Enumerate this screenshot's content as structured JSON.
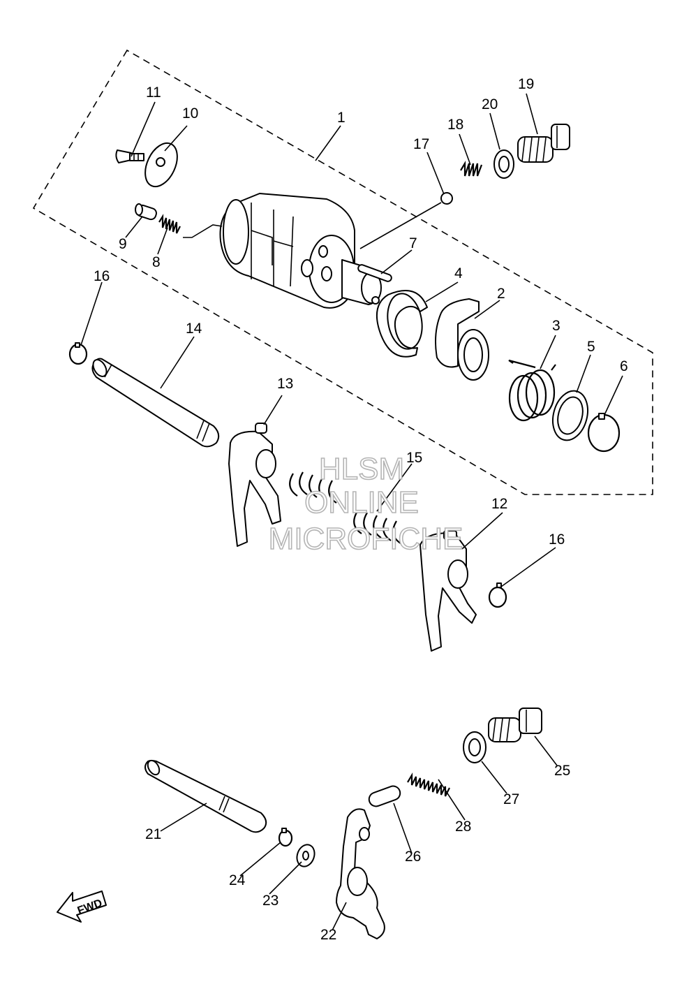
{
  "callouts": [
    {
      "id": "1",
      "label": "1"
    },
    {
      "id": "2",
      "label": "2"
    },
    {
      "id": "3",
      "label": "3"
    },
    {
      "id": "4",
      "label": "4"
    },
    {
      "id": "5",
      "label": "5"
    },
    {
      "id": "6",
      "label": "6"
    },
    {
      "id": "7",
      "label": "7"
    },
    {
      "id": "8",
      "label": "8"
    },
    {
      "id": "9",
      "label": "9"
    },
    {
      "id": "10",
      "label": "10"
    },
    {
      "id": "11",
      "label": "11"
    },
    {
      "id": "12",
      "label": "12"
    },
    {
      "id": "13",
      "label": "13"
    },
    {
      "id": "14",
      "label": "14"
    },
    {
      "id": "15",
      "label": "15"
    },
    {
      "id": "16",
      "label": "16"
    },
    {
      "id": "16b",
      "label": "16"
    },
    {
      "id": "17",
      "label": "17"
    },
    {
      "id": "18",
      "label": "18"
    },
    {
      "id": "19",
      "label": "19"
    },
    {
      "id": "20",
      "label": "20"
    },
    {
      "id": "21",
      "label": "21"
    },
    {
      "id": "22",
      "label": "22"
    },
    {
      "id": "23",
      "label": "23"
    },
    {
      "id": "24",
      "label": "24"
    },
    {
      "id": "25",
      "label": "25"
    },
    {
      "id": "26",
      "label": "26"
    },
    {
      "id": "27",
      "label": "27"
    },
    {
      "id": "28",
      "label": "28"
    }
  ],
  "watermark": {
    "line1": "HLSM",
    "line2": "ONLINE",
    "line3": "MICROFICHE"
  },
  "fwd_label": "FWD"
}
